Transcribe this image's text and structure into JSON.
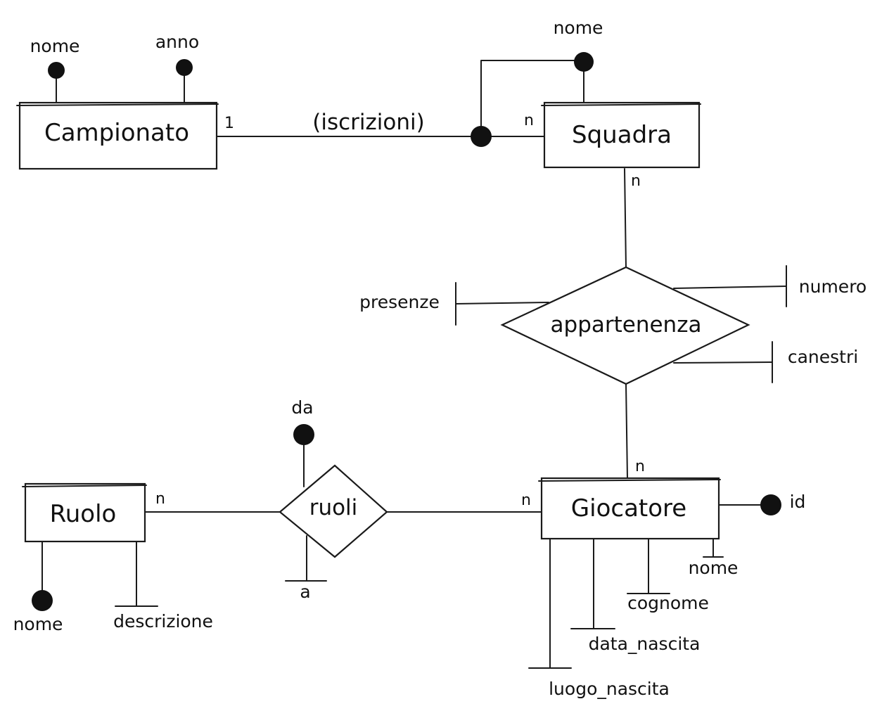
{
  "diagram": {
    "entities": {
      "campionato": "Campionato",
      "squadra": "Squadra",
      "ruolo": "Ruolo",
      "giocatore": "Giocatore"
    },
    "relationships": {
      "iscrizioni": "(iscrizioni)",
      "appartenenza": "appartenenza",
      "ruoli": "ruoli"
    },
    "attributes": {
      "campionato_nome": "nome",
      "campionato_anno": "anno",
      "squadra_nome": "nome",
      "presenze": "presenze",
      "numero": "numero",
      "canestri": "canestri",
      "ruoli_da": "da",
      "ruoli_a": "a",
      "ruolo_nome": "nome",
      "ruolo_descrizione": "descrizione",
      "giocatore_id": "id",
      "giocatore_nome": "nome",
      "giocatore_cognome": "cognome",
      "giocatore_data_nascita": "data_nascita",
      "giocatore_luogo_nascita": "luogo_nascita"
    },
    "cardinalities": {
      "campionato_iscrizioni": "1",
      "squadra_iscrizioni": "n",
      "squadra_appartenenza": "n",
      "giocatore_appartenenza": "n",
      "ruolo_ruoli": "n",
      "giocatore_ruoli": "n"
    }
  }
}
